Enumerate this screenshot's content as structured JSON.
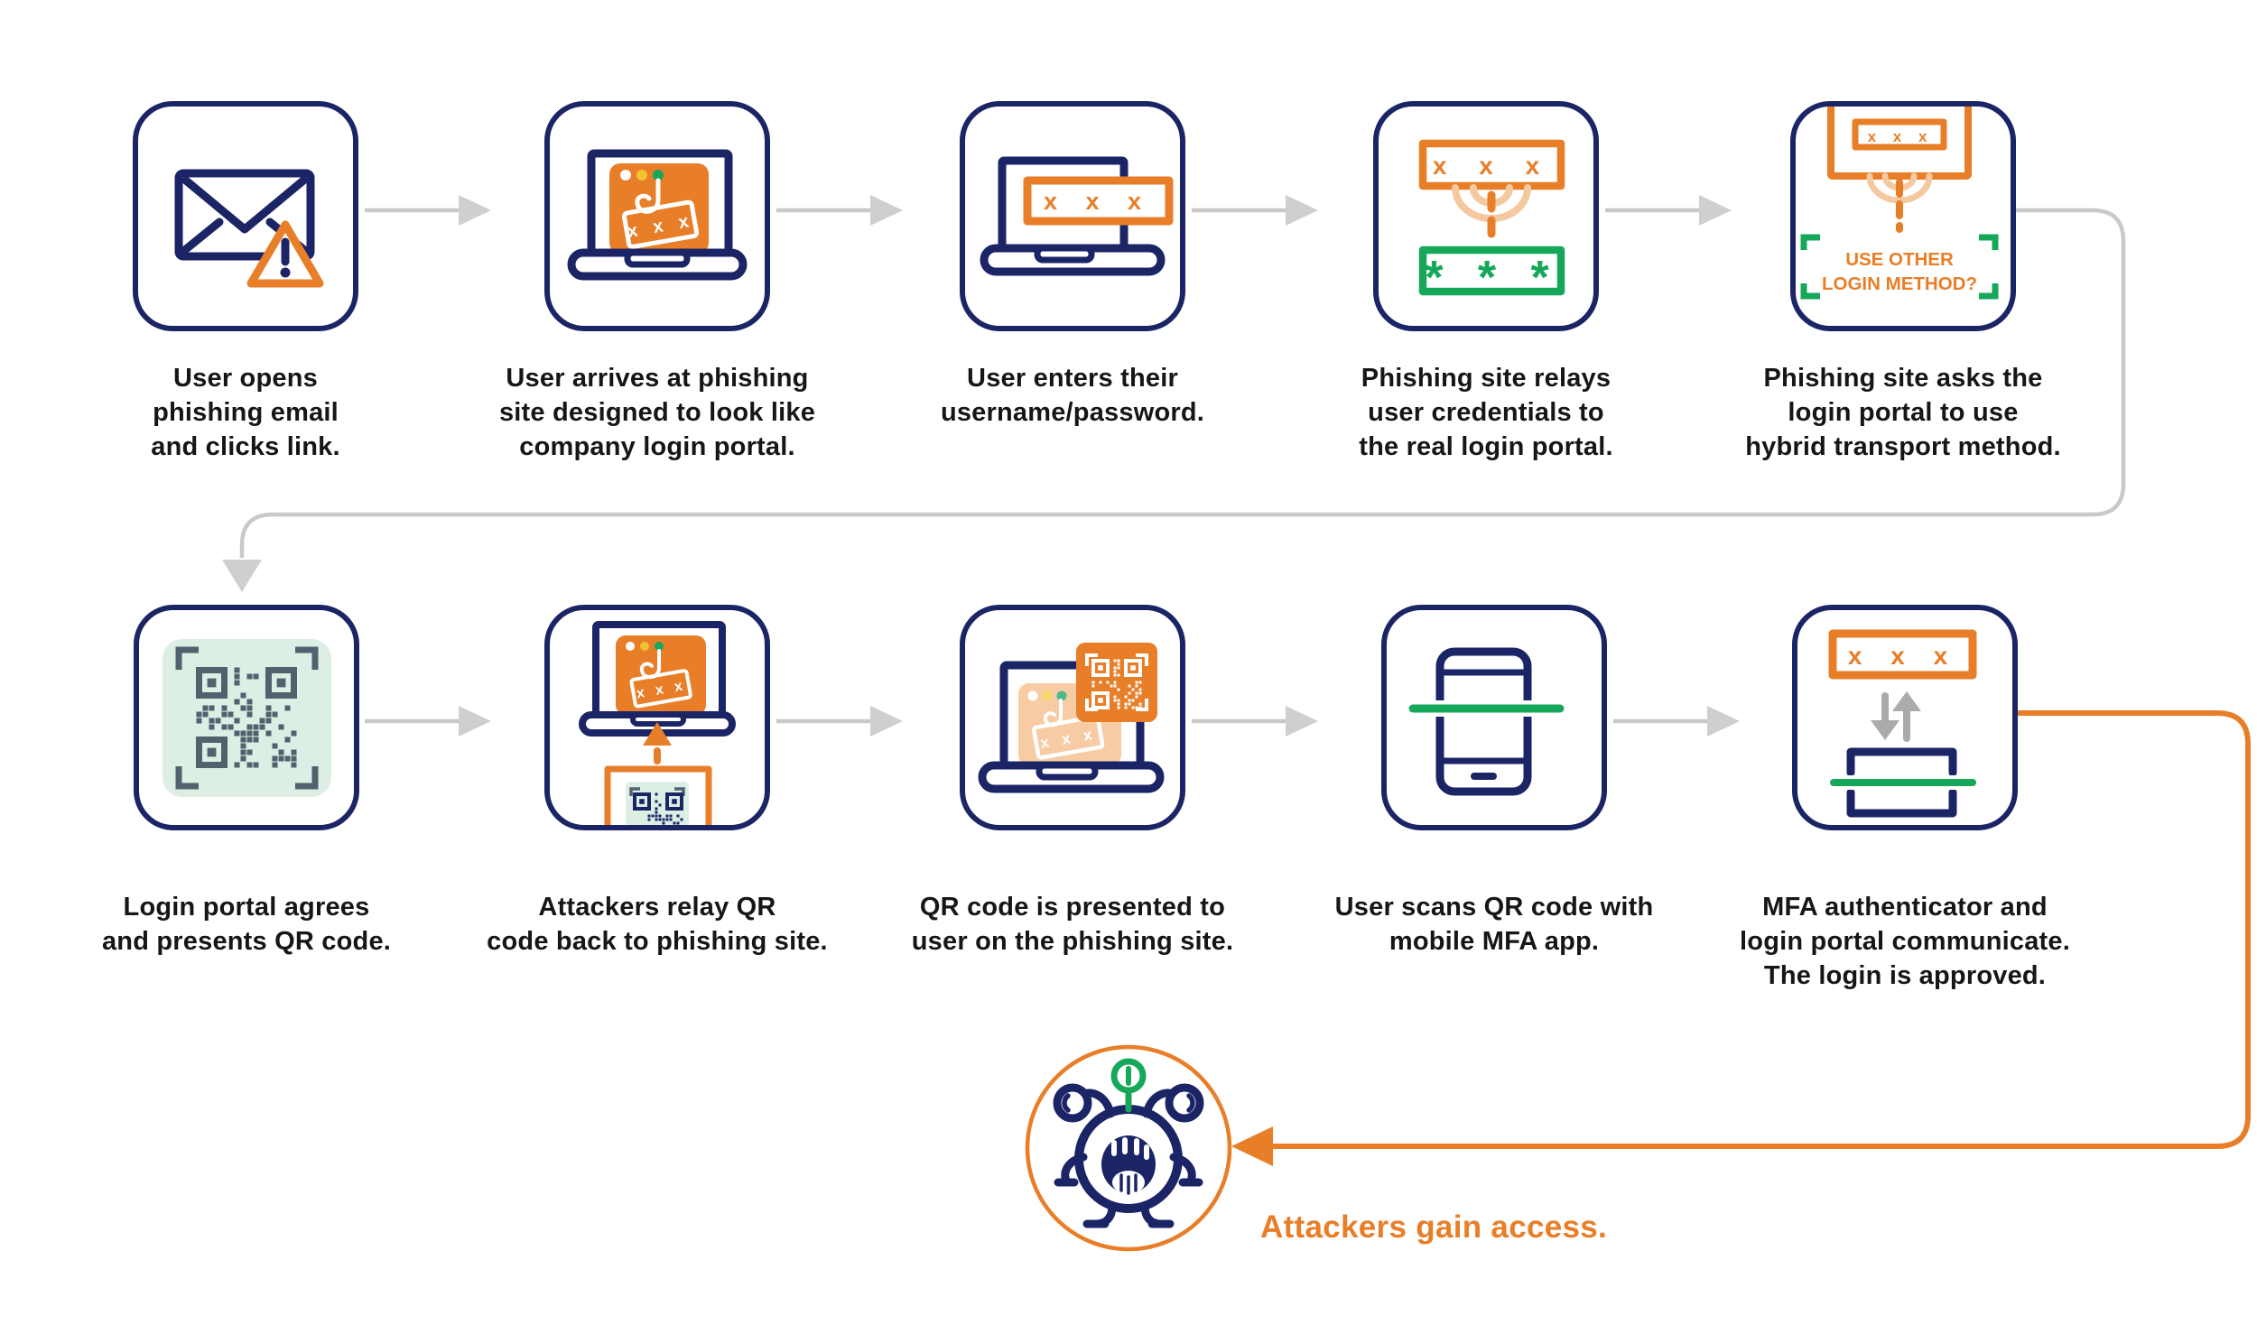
{
  "colors": {
    "navy": "#1b2566",
    "orange": "#e87e28",
    "green": "#17a75b",
    "mint": "#ddeee4",
    "slate_qr": "#51616e",
    "light_orange": "#f4c9a0",
    "connector_gray": "#c9c9c9",
    "caption_ink": "#161616"
  },
  "steps": [
    {
      "icon": "email-warning-icon",
      "caption": "User opens\nphishing email\nand clicks link."
    },
    {
      "icon": "phishing-laptop-icon",
      "caption": "User arrives at phishing\nsite designed to look like\ncompany login portal."
    },
    {
      "icon": "password-entry-icon",
      "caption": "User enters their\nusername/password."
    },
    {
      "icon": "credential-relay-icon",
      "caption": "Phishing site relays\nuser credentials to\nthe real login portal."
    },
    {
      "icon": "hybrid-login-ask-icon",
      "caption": "Phishing site asks the\nlogin portal to use\nhybrid transport method."
    },
    {
      "icon": "qr-code-icon",
      "caption": "Login portal agrees\nand presents QR code."
    },
    {
      "icon": "qr-relay-icon",
      "caption": "Attackers relay QR\ncode back to phishing site."
    },
    {
      "icon": "qr-presented-icon",
      "caption": "QR code is presented to\nuser on the phishing site."
    },
    {
      "icon": "phone-scan-icon",
      "caption": "User scans QR code with\nmobile MFA app."
    },
    {
      "icon": "mfa-approved-icon",
      "caption": "MFA authenticator and\nlogin portal communicate.\nThe login is approved."
    }
  ],
  "icon_texts": {
    "masked_x": "x x x",
    "masked_asterisks": "* * *",
    "hybrid_line1": "USE OTHER",
    "hybrid_line2": "LOGIN METHOD?"
  },
  "final": {
    "label": "Attackers gain access."
  }
}
